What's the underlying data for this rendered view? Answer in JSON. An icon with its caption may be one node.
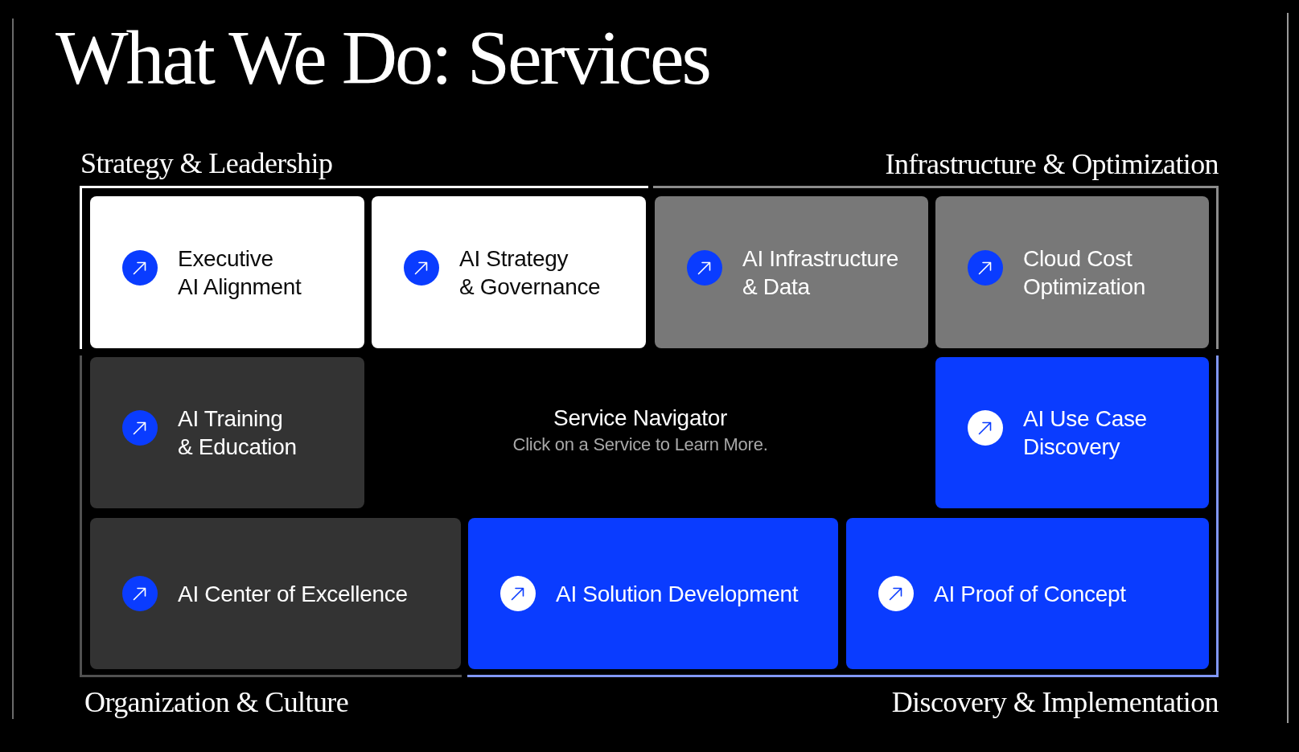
{
  "diagram": {
    "title": "What We Do: Services",
    "nodes": [
      {
        "text": [
          "Strategy & Leadership"
        ]
      },
      {
        "text": [
          "Executive AI Alignment"
        ],
        "in": 0
      },
      {
        "text": [
          "AI Strategy & Governance"
        ],
        "in": 0
      },
      {
        "text": [
          "Infrastructure & Optimization"
        ]
      },
      {
        "text": [
          "AI Infrastructure & Data"
        ],
        "in": 3
      },
      {
        "text": [
          "Cloud Cost Optimization"
        ],
        "in": 3
      },
      {
        "text": [
          "Organization & Culture"
        ]
      },
      {
        "text": [
          "AI Training & Education"
        ],
        "in": 6
      },
      {
        "text": [
          "AI Center of Excellence"
        ],
        "in": 6
      },
      {
        "text": [
          "Discovery & Implementation"
        ]
      },
      {
        "text": [
          "AI Use Case Discovery"
        ],
        "in": 9
      },
      {
        "text": [
          "AI Solution Development"
        ],
        "in": 9
      },
      {
        "text": [
          "AI Proof of Concept"
        ],
        "in": 9
      }
    ],
    "labels": [
      "Service Navigator",
      "Click on a Service to Learn More."
    ]
  }
}
